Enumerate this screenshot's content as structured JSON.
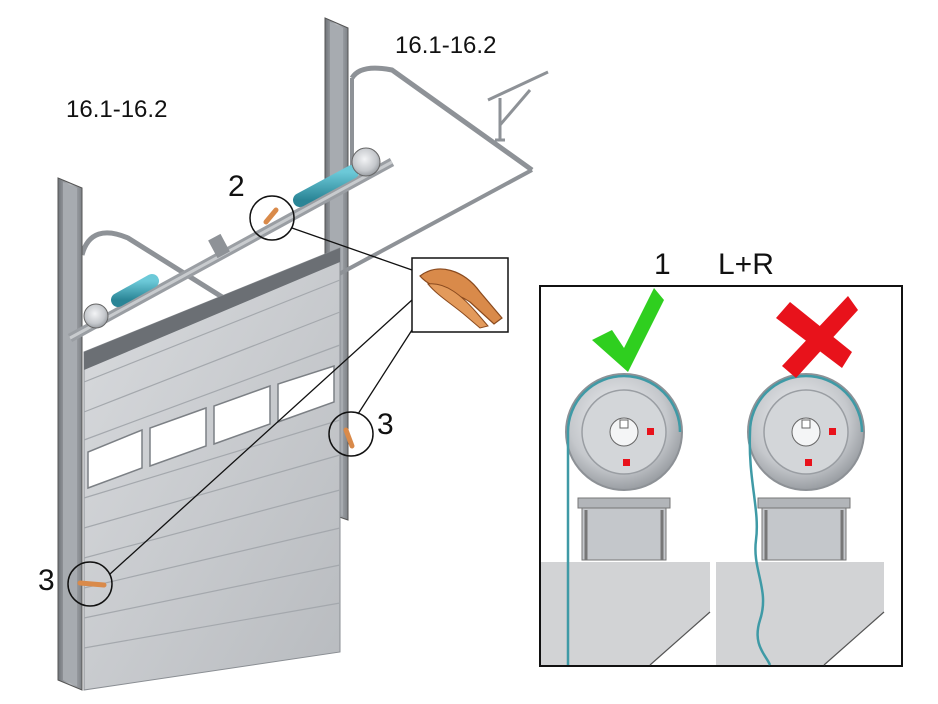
{
  "references": {
    "top_right": "16.1-16.2",
    "top_left": "16.1-16.2"
  },
  "callouts": {
    "tensioner_top": "2",
    "clamp_right": "3",
    "clamp_left": "3"
  },
  "detail": {
    "step_number": "1",
    "side_label": "L+R",
    "correct_symbol": "checkmark-icon",
    "incorrect_symbol": "cross-icon"
  },
  "colors": {
    "frame_gray": "#8d9196",
    "panel_gray": "#cfd2d5",
    "spring_teal": "#3aa6b8",
    "tool_orange": "#d98a4a",
    "check_green": "#2fcf1f",
    "cross_red": "#e8121b",
    "cable_teal": "#3f9aa6"
  }
}
